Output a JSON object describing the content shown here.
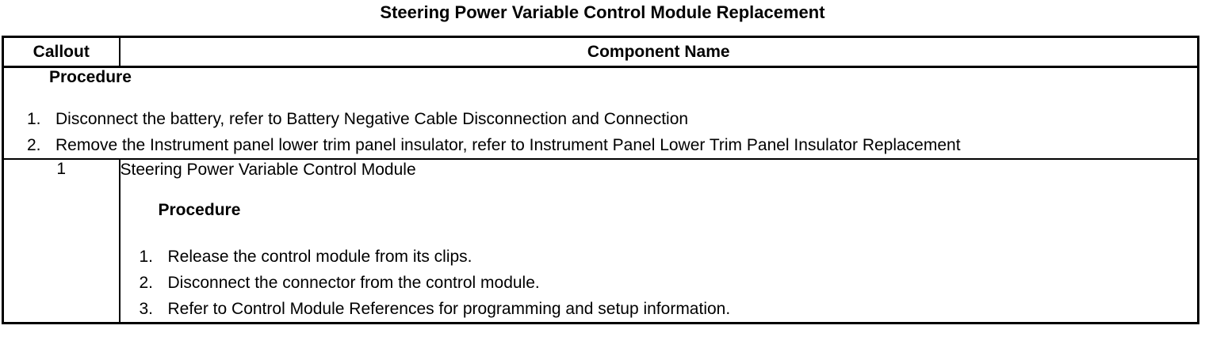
{
  "title": "Steering Power Variable Control Module Replacement",
  "table": {
    "header": {
      "callout": "Callout",
      "component": "Component Name"
    },
    "procedure": {
      "heading": "Procedure",
      "steps": [
        {
          "num": "1.",
          "text": "Disconnect the battery, refer to Battery Negative Cable Disconnection and Connection"
        },
        {
          "num": "2.",
          "text": "Remove the Instrument panel lower trim panel insulator, refer to Instrument Panel Lower Trim Panel Insulator Replacement"
        }
      ]
    },
    "rows": [
      {
        "callout": "1",
        "component": "Steering Power Variable Control Module",
        "procedure_heading": "Procedure",
        "steps": [
          {
            "num": "1.",
            "text": "Release the control module from its clips."
          },
          {
            "num": "2.",
            "text": "Disconnect the connector from the control module."
          },
          {
            "num": "3.",
            "text": "Refer to Control Module References for programming and setup information."
          }
        ]
      }
    ]
  },
  "colors": {
    "text": "#000000",
    "border": "#000000",
    "background": "#ffffff"
  }
}
